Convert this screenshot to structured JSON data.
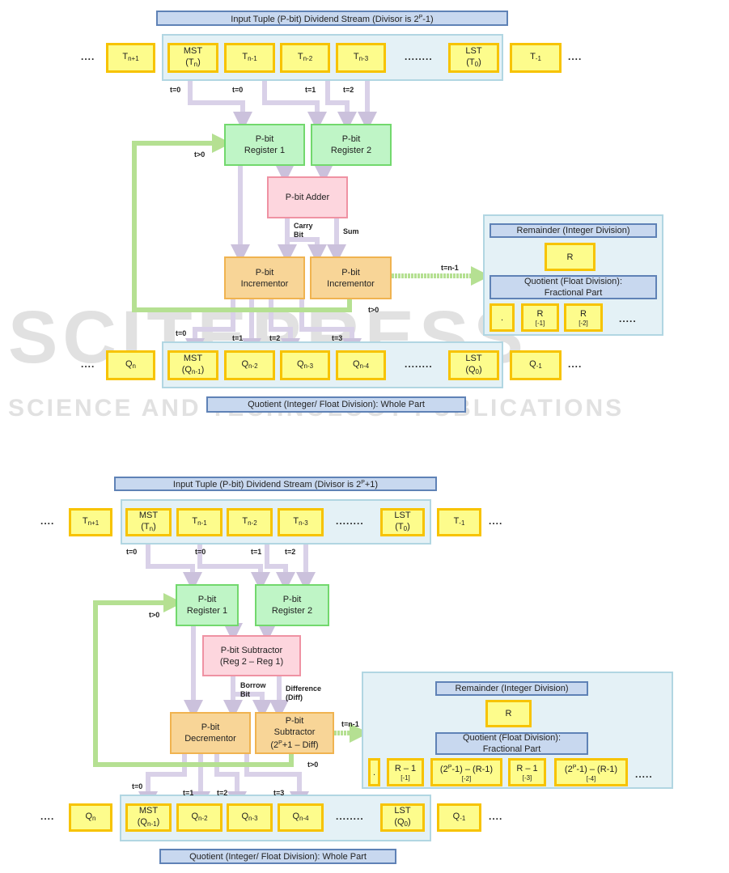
{
  "diagrams": [
    {
      "title": {
        "pre": "Input Tuple (P-bit) Dividend Stream (Divisor is 2",
        "sup": "P",
        "tail": "-1)"
      },
      "ellipsis_short": "....",
      "ellipsis_long": "........",
      "inputs": [
        {
          "base": "T",
          "sub": "n+1"
        },
        {
          "l1": "MST",
          "base": "(T",
          "sub": "n",
          "tail": ")"
        },
        {
          "base": "T",
          "sub": "n-1"
        },
        {
          "base": "T",
          "sub": "n-2"
        },
        {
          "base": "T",
          "sub": "n-3"
        },
        {
          "l1": "LST",
          "base": "(T",
          "sub": "0",
          "tail": ")"
        },
        {
          "base": "T",
          "sub": "-1"
        }
      ],
      "input_times": [
        "t=0",
        "t=0",
        "t=1",
        "t=2"
      ],
      "register1": {
        "l1": "P-bit",
        "base": "Register 1"
      },
      "register2": {
        "l1": "P-bit",
        "base": "Register 2"
      },
      "loop_label": "t>0",
      "loop_label2": "t>0",
      "operator": {
        "base": "P-bit Adder"
      },
      "carry_label": {
        "l1": "Carry",
        "base": "Bit"
      },
      "sum_label": {
        "base": "Sum"
      },
      "unit_left": {
        "l1": "P-bit",
        "base": "Incrementor"
      },
      "unit_right": {
        "l1": "P-bit",
        "base": "Incrementor"
      },
      "final_time": "t=n-1",
      "remainder_title": "Remainder (Integer Division)",
      "remainder_value": "R",
      "fraction_title": {
        "l1": "Quotient (Float Division):",
        "base": "Fractional Part"
      },
      "fraction_cells": [
        {
          "base": "."
        },
        {
          "l1": "R",
          "small": "[-1]"
        },
        {
          "l1": "R",
          "small": "[-2]"
        }
      ],
      "fraction_ellipsis": ".....",
      "outputs": [
        {
          "base": "Q",
          "sub": "n"
        },
        {
          "l1": "MST",
          "base": "(Q",
          "sub": "n-1",
          "tail": ")"
        },
        {
          "base": "Q",
          "sub": "n-2"
        },
        {
          "base": "Q",
          "sub": "n-3"
        },
        {
          "base": "Q",
          "sub": "n-4"
        },
        {
          "l1": "LST",
          "base": "(Q",
          "sub": "0",
          "tail": ")"
        },
        {
          "base": "Q",
          "sub": "-1"
        }
      ],
      "output_times": [
        "t=0",
        "t=1",
        "t=2",
        "t=3"
      ],
      "output_title": "Quotient (Integer/ Float Division): Whole Part"
    },
    {
      "title": {
        "pre": "Input Tuple (P-bit) Dividend Stream (Divisor is 2",
        "sup": "P",
        "tail": "+1)"
      },
      "ellipsis_short": "....",
      "ellipsis_long": "........",
      "inputs": [
        {
          "base": "T",
          "sub": "n+1"
        },
        {
          "l1": "MST",
          "base": "(T",
          "sub": "n",
          "tail": ")"
        },
        {
          "base": "T",
          "sub": "n-1"
        },
        {
          "base": "T",
          "sub": "n-2"
        },
        {
          "base": "T",
          "sub": "n-3"
        },
        {
          "l1": "LST",
          "base": "(T",
          "sub": "0",
          "tail": ")"
        },
        {
          "base": "T",
          "sub": "-1"
        }
      ],
      "input_times": [
        "t=0",
        "t=0",
        "t=1",
        "t=2"
      ],
      "register1": {
        "l1": "P-bit",
        "base": "Register 1"
      },
      "register2": {
        "l1": "P-bit",
        "base": "Register 2"
      },
      "loop_label": "t>0",
      "loop_label2": "t>0",
      "operator": {
        "l1": "P-bit Subtractor",
        "base": "(Reg 2 – Reg 1)"
      },
      "carry_label": {
        "l1": "Borrow",
        "base": "Bit"
      },
      "sum_label": {
        "l1": "Difference",
        "base": "(Diff)"
      },
      "unit_left": {
        "l1": "P-bit",
        "base": "Decrementor"
      },
      "unit_right": {
        "l1": "P-bit",
        "l2": "Subtractor",
        "base": "(2",
        "sup": "P",
        "tail": "+1 – Diff)"
      },
      "final_time": "t=n-1",
      "remainder_title": "Remainder (Integer Division)",
      "remainder_value": "R",
      "fraction_title": {
        "l1": "Quotient (Float Division):",
        "base": "Fractional Part"
      },
      "fraction_cells": [
        {
          "base": "."
        },
        {
          "l1": "R – 1",
          "small": "[-1]"
        },
        {
          "base": "(2",
          "sup": "P",
          "tail": "-1) – (R-1)",
          "small": "[-2]"
        },
        {
          "l1": "R – 1",
          "small": "[-3]"
        },
        {
          "base": "(2",
          "sup": "P",
          "tail": "-1) – (R-1)",
          "small": "[-4]"
        }
      ],
      "fraction_ellipsis": ".....",
      "outputs": [
        {
          "base": "Q",
          "sub": "n"
        },
        {
          "l1": "MST",
          "base": "(Q",
          "sub": "n-1",
          "tail": ")"
        },
        {
          "base": "Q",
          "sub": "n-2"
        },
        {
          "base": "Q",
          "sub": "n-3"
        },
        {
          "base": "Q",
          "sub": "n-4"
        },
        {
          "l1": "LST",
          "base": "(Q",
          "sub": "0",
          "tail": ")"
        },
        {
          "base": "Q",
          "sub": "-1"
        }
      ],
      "output_times": [
        "t=0",
        "t=1",
        "t=2",
        "t=3"
      ],
      "output_title": "Quotient (Integer/ Float Division): Whole Part"
    }
  ],
  "watermark": {
    "main": "SCITEPRESS",
    "sub": "SCIENCE AND TECHNOLOGY PUBLICATIONS"
  }
}
